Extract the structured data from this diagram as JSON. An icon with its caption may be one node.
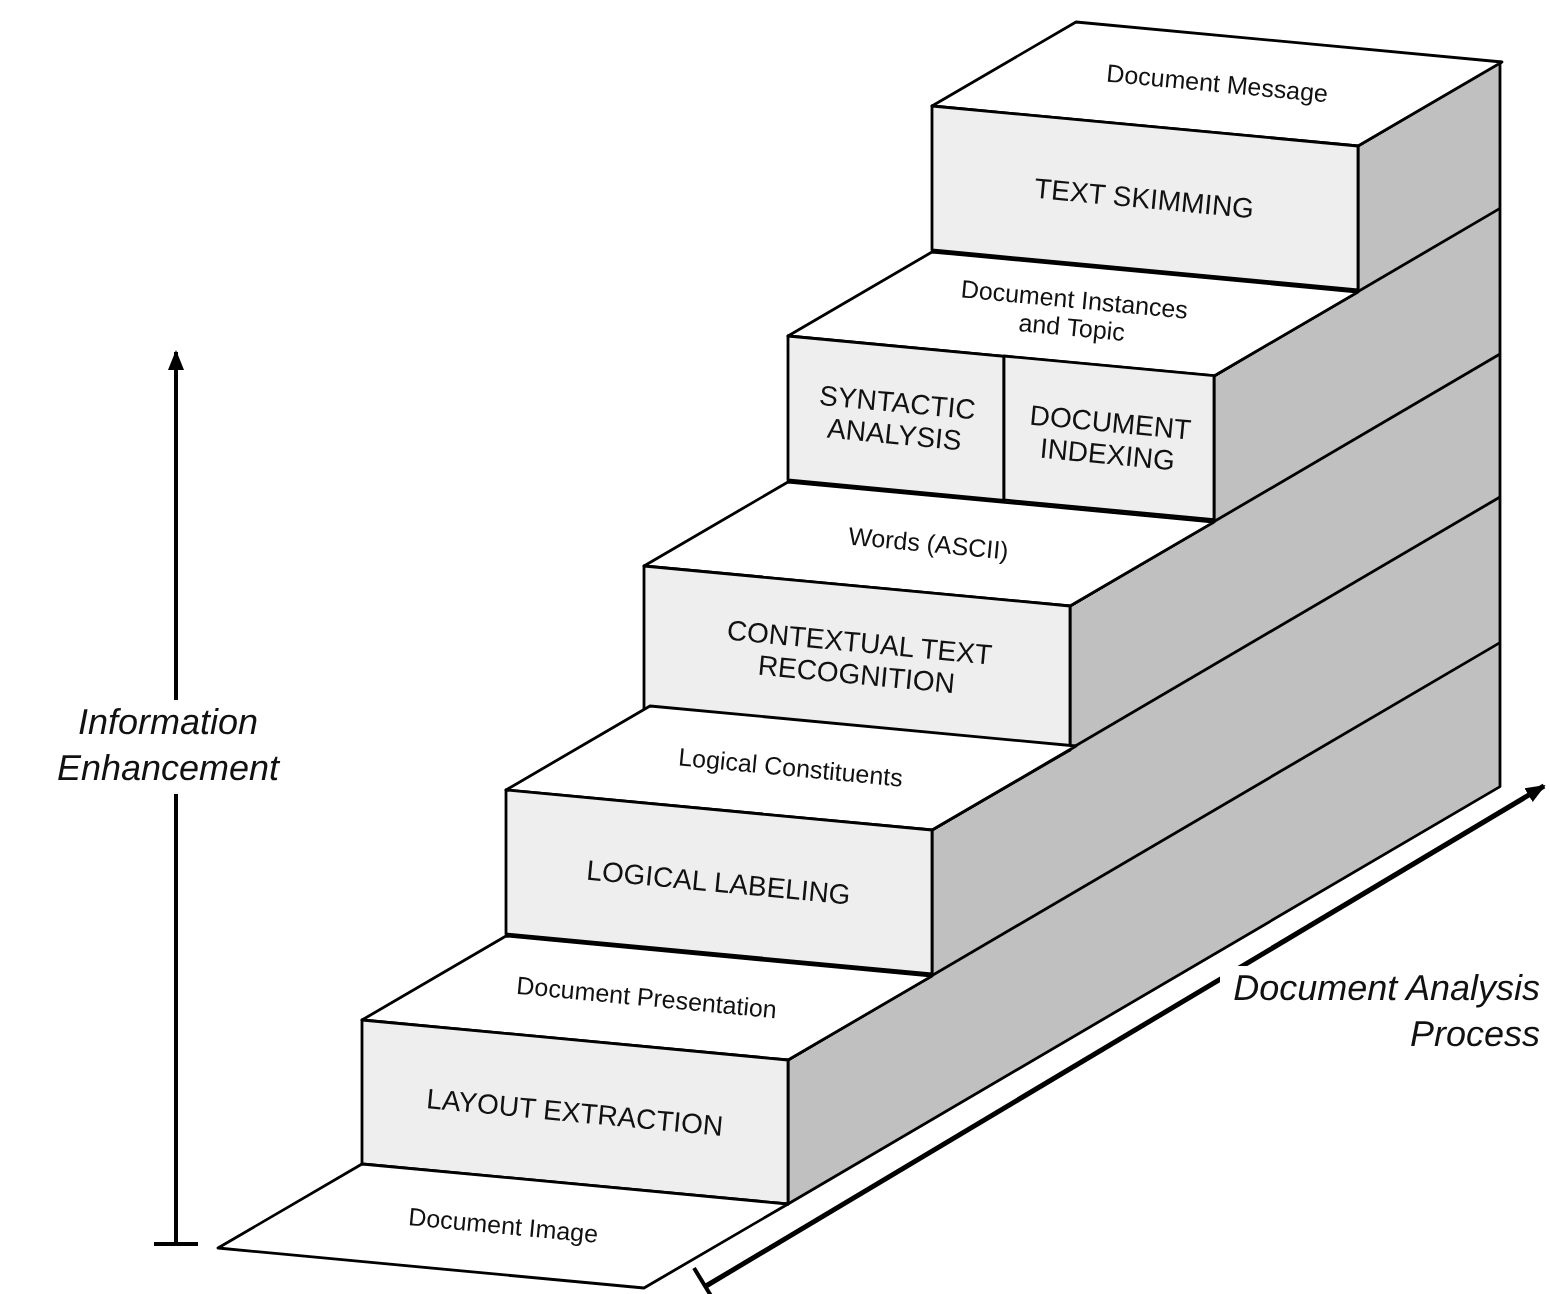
{
  "diagram": {
    "nodes": [
      {
        "text": [
          "Document Message"
        ]
      },
      {
        "text": [
          "TEXT SKIMMING"
        ]
      },
      {
        "text": [
          "Document Instances and Topic"
        ]
      },
      {
        "text": [
          "SYNTACTIC ANALYSIS"
        ]
      },
      {
        "text": [
          "DOCUMENT INDEXING"
        ]
      },
      {
        "text": [
          "Words (ASCII)"
        ]
      },
      {
        "text": [
          "CONTEXTUAL TEXT RECOGNITION"
        ]
      },
      {
        "text": [
          "Logical Constituents"
        ]
      },
      {
        "text": [
          "LOGICAL LABELING"
        ]
      },
      {
        "text": [
          "Document Presentation"
        ]
      },
      {
        "text": [
          "LAYOUT EXTRACTION"
        ]
      },
      {
        "text": [
          "Document Image"
        ]
      }
    ],
    "labels": [
      "Information Enhancement",
      "Document Analysis Process"
    ]
  }
}
